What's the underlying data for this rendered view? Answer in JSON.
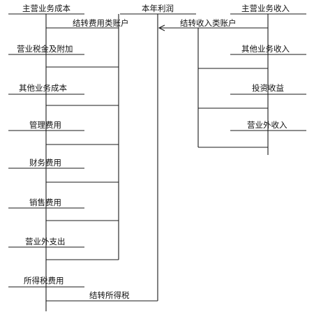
{
  "center": {
    "title": "本年利润",
    "transfer_expenses": "结转费用类账户",
    "transfer_revenues": "结转收入类账户",
    "transfer_tax": "结转所得税"
  },
  "left_accounts": [
    "主营业务成本",
    "营业税金及附加",
    "其他业务成本",
    "管理费用",
    "财务费用",
    "销售费用",
    "营业外支出",
    "所得税费用"
  ],
  "right_accounts": [
    "主营业务收入",
    "其他业务收入",
    "投资收益",
    "营业外收入"
  ]
}
